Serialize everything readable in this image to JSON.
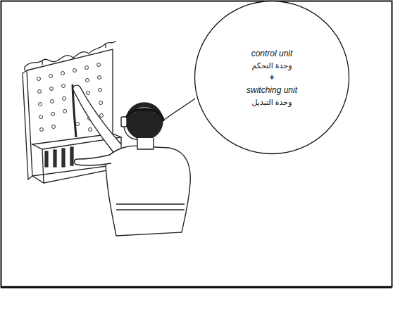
{
  "diagram": {
    "nodes": [
      {
        "text": [
          "control unit",
          "وحدة التحكم",
          "+",
          "switching unit",
          "وحدة التبديل"
        ]
      }
    ]
  }
}
